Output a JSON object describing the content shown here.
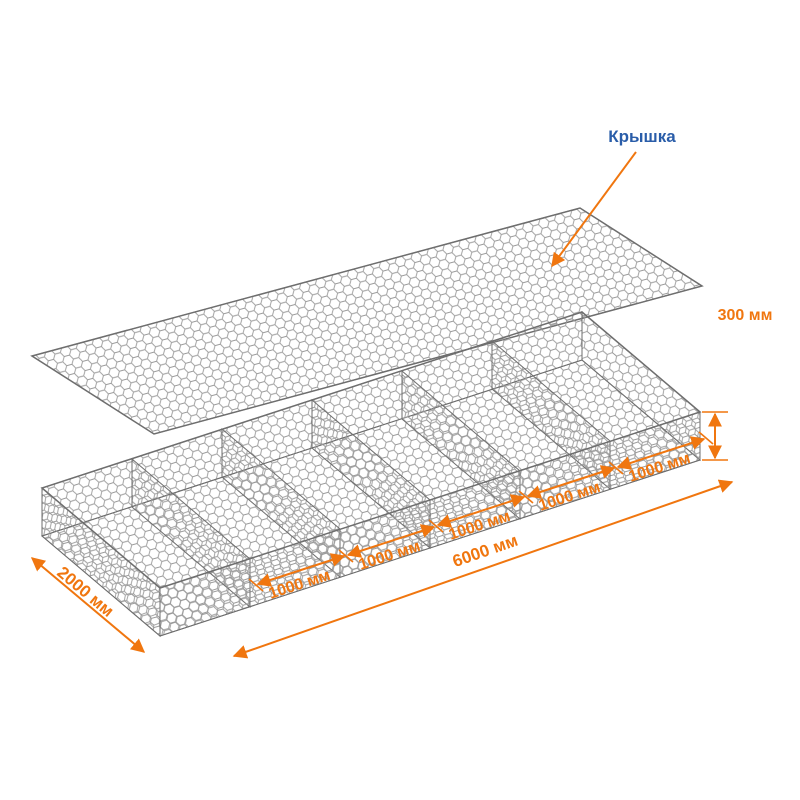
{
  "diagram": {
    "lid_label": "Крышка",
    "dimensions": {
      "height": "300 мм",
      "total_length": "6000 мм",
      "width": "2000 мм",
      "segments": [
        "1000 мм",
        "1000 мм",
        "1000 мм",
        "1000 мм",
        "1000 мм"
      ]
    },
    "colors": {
      "accent_orange": "#F0760F",
      "label_blue": "#2A5DA9",
      "mesh_gray": "#9A9A9A",
      "edge_gray": "#6E6E6E"
    }
  }
}
